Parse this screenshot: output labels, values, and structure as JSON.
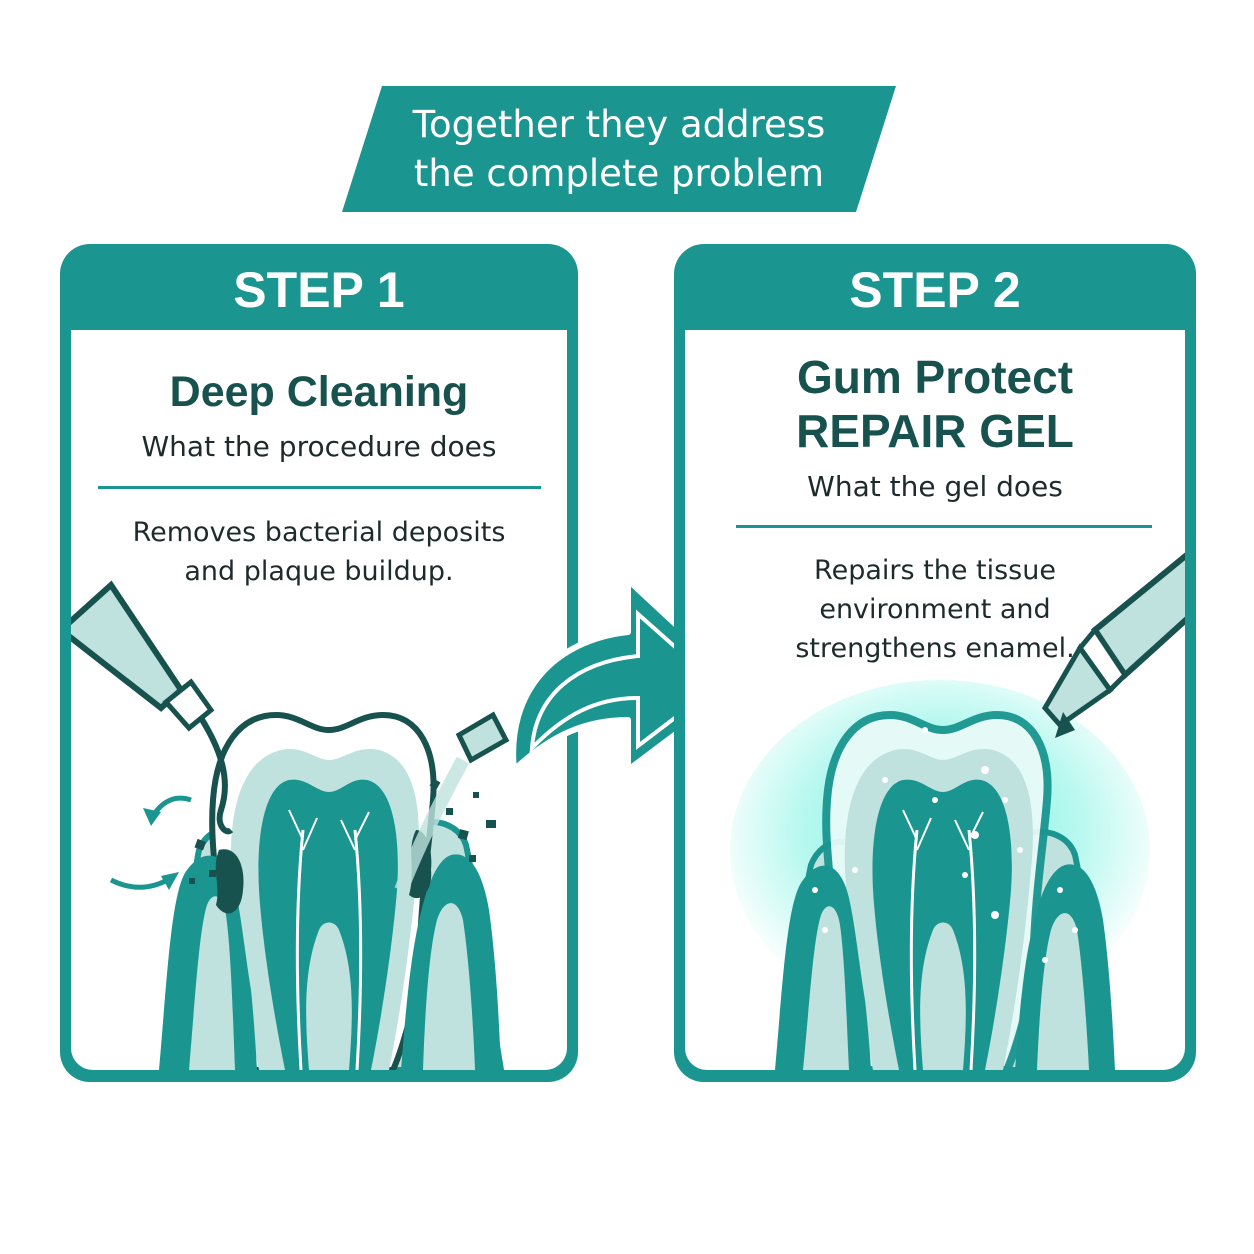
{
  "banner": {
    "line1": "Together they address",
    "line2": "the complete problem"
  },
  "step1": {
    "header": "STEP 1",
    "title": "Deep Cleaning",
    "subtitle": "What the procedure does",
    "description_lines": [
      "Removes bacterial deposits",
      "and plaque buildup."
    ]
  },
  "step2": {
    "header": "STEP 2",
    "title_line1": "Gum Protect",
    "title_line2": "REPAIR GEL",
    "subtitle": "What the gel does",
    "description_lines": [
      "Repairs the tissue",
      "environment and",
      "strengthens enamel."
    ]
  },
  "colors": {
    "teal": "#1a9590",
    "dark_teal": "#17524f",
    "light_teal": "#bfe2df",
    "glow": "#5ff0dc"
  },
  "icons": [
    "scaler-tool-icon",
    "water-spray-nozzle-icon",
    "gel-syringe-icon",
    "curved-arrow-icon",
    "tooth-icon"
  ]
}
